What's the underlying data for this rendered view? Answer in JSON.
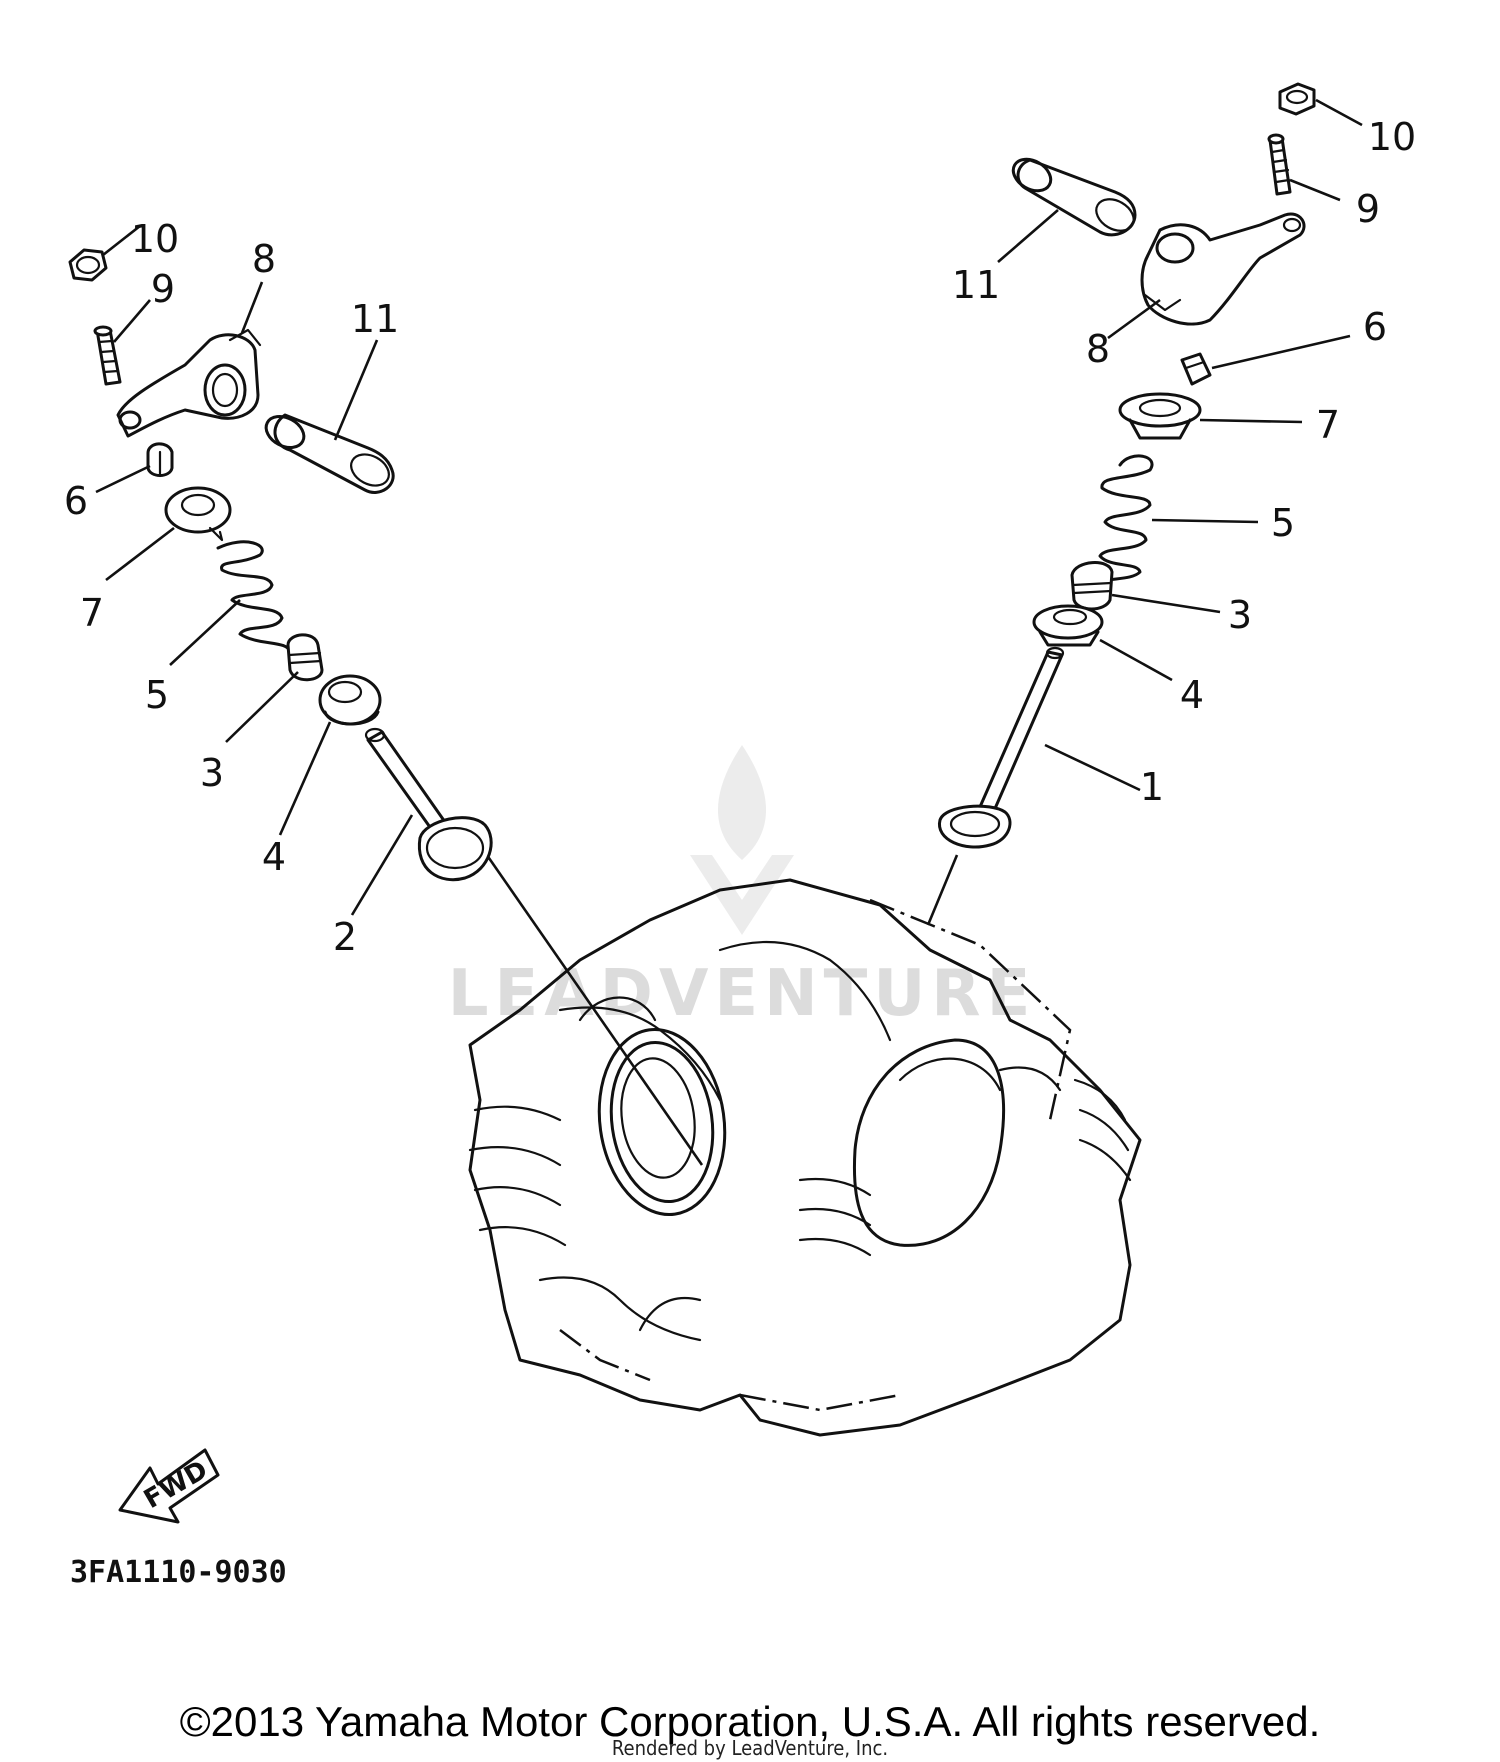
{
  "diagram": {
    "callouts": {
      "left": {
        "c10": "10",
        "c9": "9",
        "c8": "8",
        "c11": "11",
        "c6": "6",
        "c7": "7",
        "c5": "5",
        "c3": "3",
        "c4": "4",
        "c2": "2"
      },
      "right": {
        "c10": "10",
        "c9": "9",
        "c11": "11",
        "c8": "8",
        "c6": "6",
        "c7": "7",
        "c5": "5",
        "c3": "3",
        "c4": "4",
        "c1": "1"
      }
    },
    "fwd_label": "FWD",
    "part_number": "3FA1110-9030"
  },
  "watermark": {
    "text": "LEADVENTURE"
  },
  "footer": {
    "copyright": "©2013 Yamaha Motor Corporation, U.S.A. All rights reserved.",
    "rendered_by": "Rendered by LeadVenture, Inc."
  }
}
